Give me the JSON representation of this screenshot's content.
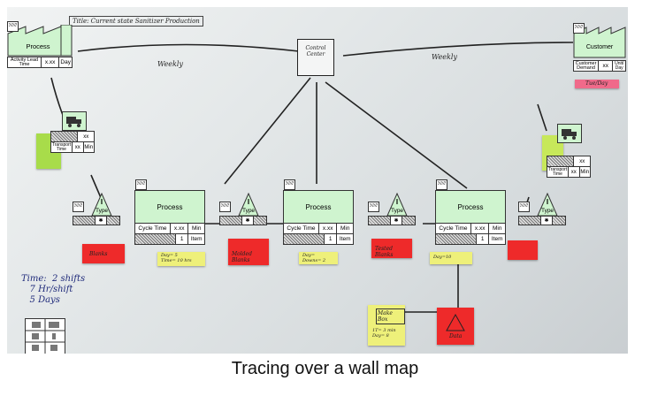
{
  "wall": {
    "title_scribble": "Title: Current state Sanitizer Production",
    "weekly_left": "Weekly",
    "weekly_right": "Weekly",
    "control": "Control Center",
    "time_note": "Time:  2 shifts\n   7 Hr/shift\n   5 Days",
    "blanks1": "Blanks",
    "blanks2": "Molded Blanks",
    "blanks3": "Tested Blanks",
    "day_note1": "Day= 5\nTime= 10 hrs",
    "day_note2": "Day=\nDowns= 2",
    "day_note3": "Day=10",
    "make_box": "Make Box",
    "make_box_sub": "1T= 3 min\nDay= 8",
    "red_bottom": "Data",
    "pink_customer": "Tue/Day"
  },
  "supplier": {
    "title": "Process",
    "row_label": "Activity Lead Time",
    "row_value": "x.xx",
    "row_unit": "Day"
  },
  "customer": {
    "title": "Customer",
    "row_label": "Customer Demand",
    "row_value": "xx",
    "row_unit": "Unit/ Day"
  },
  "processes": [
    {
      "title": "Process",
      "ct_label": "Cycle Time",
      "ct_value": "x.xx",
      "ct_unit": "Min",
      "qty": "1",
      "qty_unit": "Item"
    },
    {
      "title": "Process",
      "ct_label": "Cycle Time",
      "ct_value": "x.xx",
      "ct_unit": "Min",
      "qty": "1",
      "qty_unit": "Item"
    },
    {
      "title": "Process",
      "ct_label": "Cycle Time",
      "ct_value": "x.xx",
      "ct_unit": "Min",
      "qty": "1",
      "qty_unit": "Item"
    }
  ],
  "inventories": [
    {
      "symbol": "I",
      "type": "Type"
    },
    {
      "symbol": "I",
      "type": "Type"
    },
    {
      "symbol": "I",
      "type": "Type"
    },
    {
      "symbol": "I",
      "type": "Type"
    }
  ],
  "transport_left": {
    "value": "xx",
    "label": "Transport Time",
    "value2": "xx",
    "unit": "Min"
  },
  "transport_right": {
    "value": "xx",
    "label": "Transport Time",
    "value2": "xx",
    "unit": "Min"
  },
  "caption": "Tracing over a wall map",
  "colors": {
    "process_fill": "#cff4cf",
    "sticky_red": "#ee2a2a",
    "sticky_yellow": "#eef07a",
    "sticky_green": "#a8dc4a",
    "ink": "#1f2a7a"
  }
}
